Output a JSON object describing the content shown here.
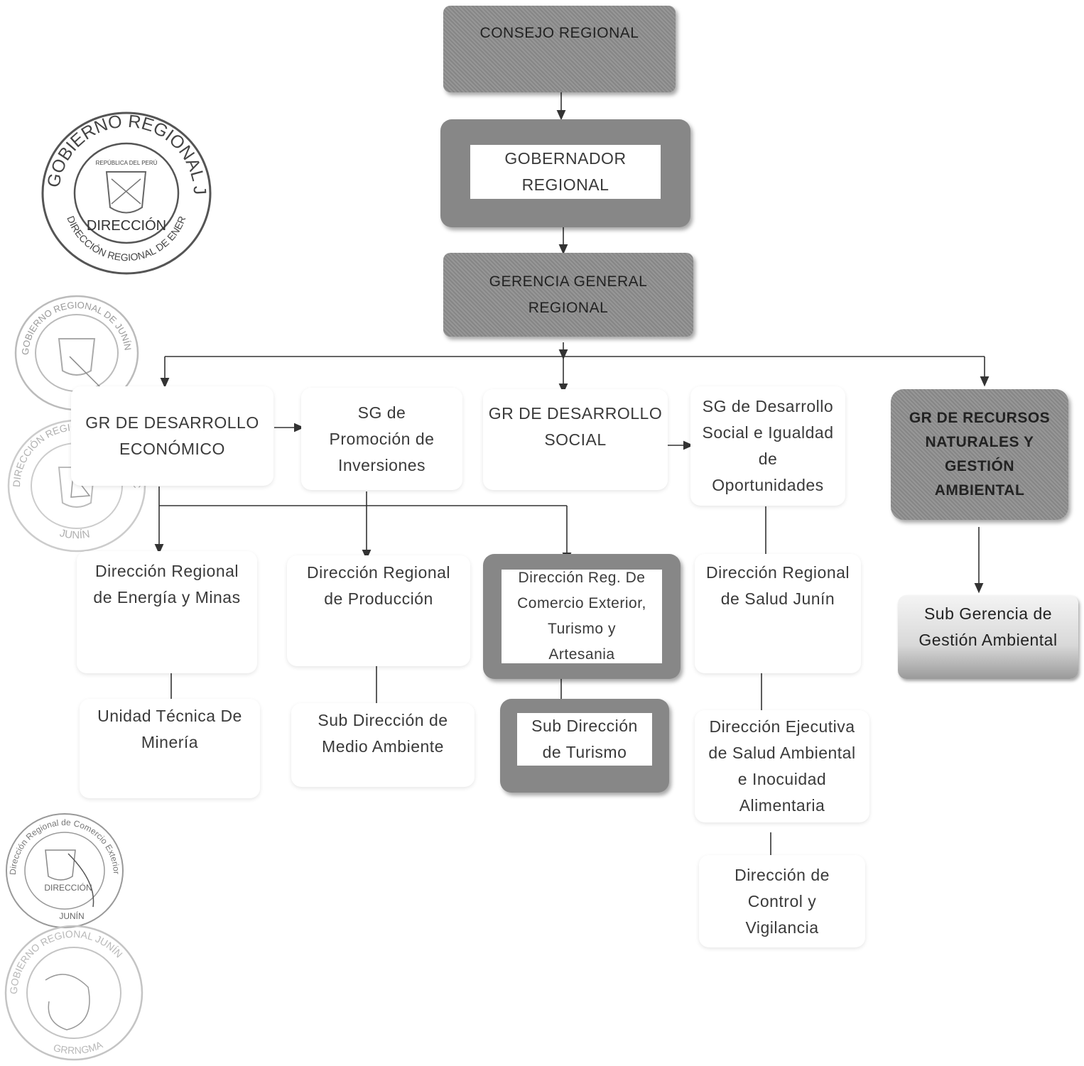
{
  "nodes": {
    "consejo": "CONSEJO REGIONAL",
    "gobernador": [
      "GOBERNADOR",
      "REGIONAL"
    ],
    "gerencia": [
      "GERENCIA GENERAL",
      "REGIONAL"
    ],
    "gr_economico": [
      "GR DE DESARROLLO",
      "ECONÓMICO"
    ],
    "sg_inversiones": [
      "SG de",
      "Promoción de",
      "Inversiones"
    ],
    "gr_social": [
      "GR DE DESARROLLO",
      "SOCIAL"
    ],
    "sg_social": [
      "SG de Desarrollo",
      "Social e Igualdad",
      "de",
      "Oportunidades"
    ],
    "gr_recursos": [
      "GR DE RECURSOS",
      "NATURALES Y",
      "GESTIÓN",
      "AMBIENTAL"
    ],
    "dr_energia": [
      "Dirección Regional",
      "de Energía y Minas"
    ],
    "dr_produccion": [
      "Dirección Regional",
      "de Producción"
    ],
    "dr_comercio": [
      "Dirección Reg. De",
      "Comercio Exterior,",
      "Turismo y",
      "Artesania"
    ],
    "dr_salud": [
      "Dirección Regional",
      "de Salud Junín"
    ],
    "sg_ambiental": [
      "Sub Gerencia de",
      "Gestión Ambiental"
    ],
    "ut_mineria": [
      "Unidad Técnica De",
      "Minería"
    ],
    "sd_medio": [
      "Sub Dirección de",
      "Medio Ambiente"
    ],
    "sd_turismo": [
      "Sub Dirección",
      "de Turismo"
    ],
    "de_salud_ambiental": [
      "Dirección Ejecutiva",
      "de Salud Ambiental",
      "e Inocuidad",
      "Alimentaria"
    ],
    "d_control": [
      "Dirección de",
      "Control y",
      "Vigilancia"
    ]
  },
  "seals": {
    "seal1_ring": "GOBIERNO REGIONAL JUNÍN",
    "seal1_lower": "DIRECCIÓN REGIONAL DE ENERGÍA Y MINAS",
    "seal1_center": "DIRECCIÓN",
    "seal1_small": "REPÚBLICA DEL PERÚ",
    "seal2_ring": "GOBIERNO REGIONAL DE JUNÍN",
    "seal3_ring": "DIRECCIÓN REGIONAL DE PRODUCCIÓN",
    "seal3_lower": "JUNÍN",
    "seal4_ring": "Dirección Regional de Comercio Exterior y Turismo",
    "seal4_center": "DIRECCIÓN",
    "seal4_lower": "JUNÍN",
    "seal5_ring": "GOBIERNO REGIONAL JUNÍN",
    "seal5_lower": "GRRNGMA"
  },
  "colors": {
    "dark_box": "#8e8e8e",
    "line": "#333333",
    "seal": "#555555"
  }
}
